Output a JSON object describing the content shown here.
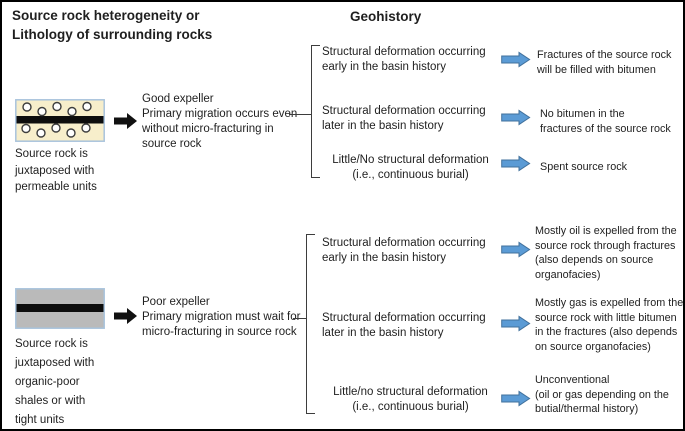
{
  "header": {
    "left_title": "Source rock heterogeneity or\nLithology of surrounding rocks",
    "right_title": "Geohistory"
  },
  "branches": [
    {
      "rock_caption": "Source rock is\njuxtaposed with\npermeable units",
      "expeller_description": "Good expeller\nPrimary migration occurs even\nwithout micro-fracturing in\nsource rock",
      "scenarios": [
        {
          "condition": "Structural deformation occurring\nearly in the basin history",
          "outcome": "Fractures of the source rock\nwill be filled with bitumen"
        },
        {
          "condition": "Structural deformation occurring\nlater in the basin history",
          "outcome": "No bitumen in the\nfractures of the source rock"
        },
        {
          "condition": "Little/No structural deformation\n(i.e., continuous burial)",
          "outcome": "Spent source rock"
        }
      ]
    },
    {
      "rock_caption": "Source rock is\njuxtaposed with\norganic-poor\nshales or with\ntight units",
      "expeller_description": "Poor expeller\nPrimary migration must wait for\nmicro-fracturing in source rock",
      "scenarios": [
        {
          "condition": "Structural deformation occurring\nearly in the basin history",
          "outcome": "Mostly oil is expelled from the\nsource rock through fractures\n(also depends on source\norganofacies)"
        },
        {
          "condition": "Structural deformation occurring\nlater in the basin history",
          "outcome": "Mostly gas is expelled from the\nsource rock with little bitumen\nin the fractures (also depends\non source organofacies)"
        },
        {
          "condition": "Little/no structural deformation\n(i.e., continuous burial)",
          "outcome": "Unconventional\n(oil or gas depending on the\nbutial/thermal history)"
        }
      ]
    }
  ],
  "icons": {
    "black_arrow": "solid black right block arrow",
    "blue_arrow": "blue right block arrow"
  },
  "colors": {
    "blue_arrow_fill": "#5b9bd5",
    "blue_arrow_border": "#41719c",
    "good_rock_fill": "#f7eecb",
    "poor_rock_fill": "#bababa",
    "rock_border": "#a9c4dc",
    "rock_band": "#0d0d0d",
    "text": "#1f1f1f",
    "frame_border": "#000000"
  }
}
